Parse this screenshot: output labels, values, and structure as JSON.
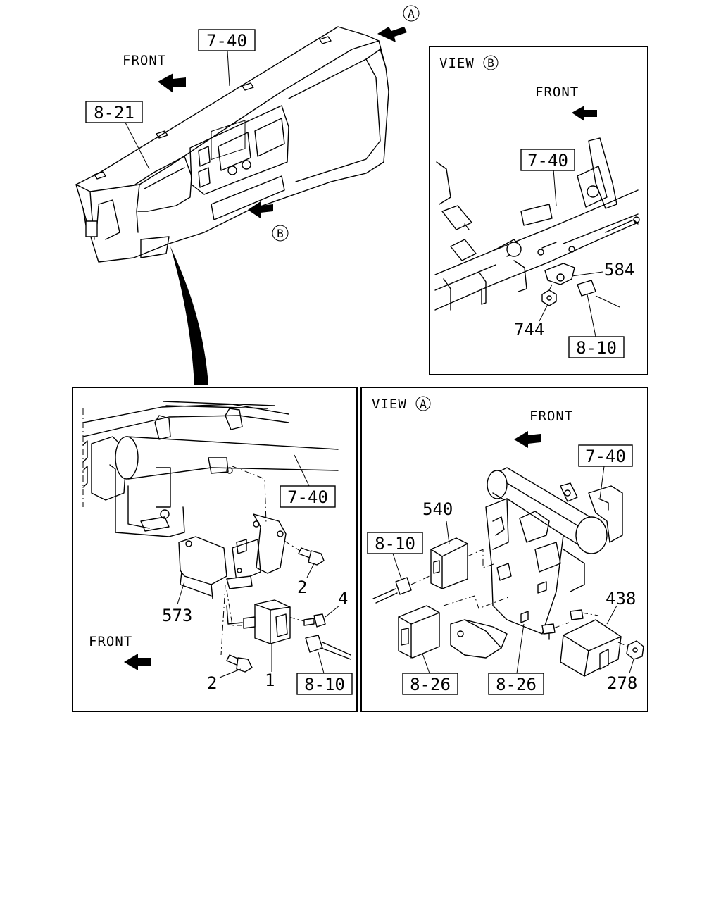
{
  "labels": {
    "front": "FRONT",
    "view_prefix": "VIEW",
    "view_a": "A",
    "view_b": "B",
    "marker_a": "A",
    "marker_b": "B"
  },
  "refs": {
    "top_7_40": "7-40",
    "top_8_21": "8-21",
    "vb_7_40": "7-40",
    "vb_8_10": "8-10",
    "bl_7_40": "7-40",
    "bl_8_10": "8-10",
    "va_7_40": "7-40",
    "va_8_10": "8-10",
    "va_8_26_left": "8-26",
    "va_8_26_right": "8-26"
  },
  "parts": {
    "vb_584": "584",
    "vb_744": "744",
    "bl_2_upper": "2",
    "bl_2_lower": "2",
    "bl_4": "4",
    "bl_573": "573",
    "bl_1": "1",
    "va_540": "540",
    "va_438": "438",
    "va_278": "278"
  }
}
